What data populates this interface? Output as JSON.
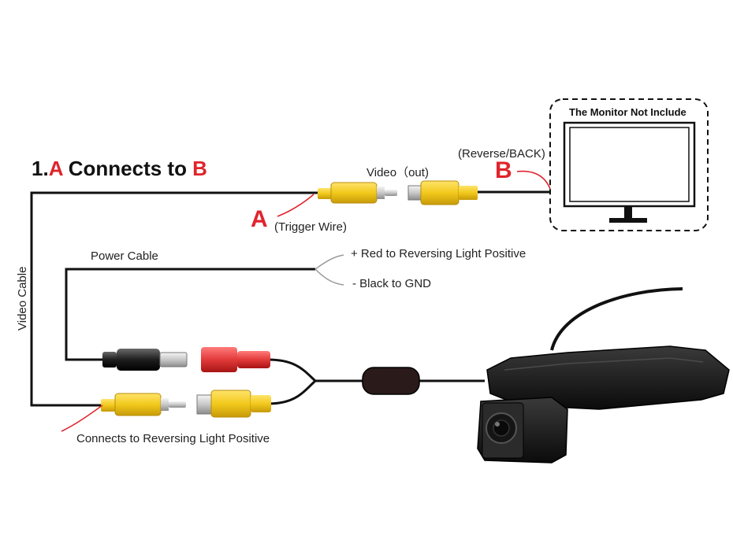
{
  "title": {
    "number": "1.",
    "letter_a": "A",
    "middle": " Connects to ",
    "letter_b": "B"
  },
  "labels": {
    "video_out": "Video（out)",
    "reverse_back": "(Reverse/BACK)",
    "letter_b": "B",
    "letter_a": "A",
    "trigger_wire": "(Trigger Wire)",
    "monitor_note": "The Monitor Not Include",
    "power_cable": "Power Cable",
    "red_positive": "+ Red to Reversing Light Positive",
    "black_gnd": "- Black to GND",
    "video_cable": "Video Cable",
    "reversing_light": "Connects to Reversing Light Positive"
  },
  "colors": {
    "accent_red": "#e0242d",
    "rca_yellow": "#f2c91c",
    "rca_red": "#e23a3a",
    "cable": "#111111",
    "camera": "#1a1a1a"
  }
}
